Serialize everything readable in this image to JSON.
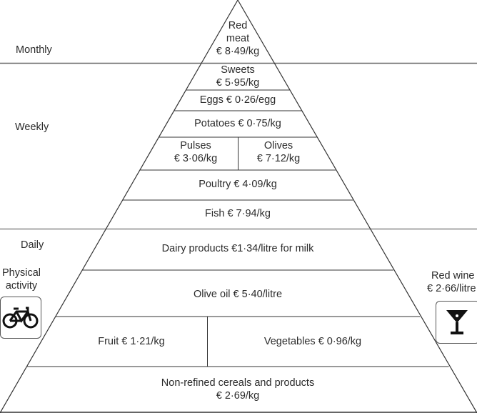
{
  "frequency_labels": {
    "monthly": "Monthly",
    "weekly": "Weekly",
    "daily": "Daily"
  },
  "pyramid": {
    "monthly": {
      "red_meat": {
        "line1": "Red",
        "line2": "meat",
        "price": "€ 8·49/kg"
      }
    },
    "weekly": {
      "sweets": {
        "name": "Sweets",
        "price": "€ 5·95/kg"
      },
      "eggs": {
        "text": "Eggs € 0·26/egg"
      },
      "potatoes": {
        "text": "Potatoes € 0·75/kg"
      },
      "pulses": {
        "name": "Pulses",
        "price": "€ 3·06/kg"
      },
      "olives": {
        "name": "Olives",
        "price": "€ 7·12/kg"
      },
      "poultry": {
        "text": "Poultry  € 4·09/kg"
      },
      "fish": {
        "text": "Fish  € 7·94/kg"
      }
    },
    "daily": {
      "dairy": {
        "text": "Dairy products  €1·34/litre for milk"
      },
      "olive_oil": {
        "text": "Olive oil    € 5·40/litre"
      },
      "fruit": {
        "text": "Fruit   € 1·21/kg"
      },
      "vegetables": {
        "text": "Vegetables € 0·96/kg"
      },
      "cereals": {
        "name": "Non-refined cereals and products",
        "price": "€ 2·69/kg"
      }
    }
  },
  "side_notes": {
    "physical_activity": {
      "line1": "Physical",
      "line2": "activity",
      "icon": "bicycle-icon"
    },
    "red_wine": {
      "name": "Red wine",
      "price": "€ 2·66/litre",
      "icon": "cocktail-glass-icon"
    }
  },
  "colors": {
    "lines": "#333333",
    "band_lines": "#666666",
    "text": "#2b2b2b",
    "background": "#ffffff"
  }
}
